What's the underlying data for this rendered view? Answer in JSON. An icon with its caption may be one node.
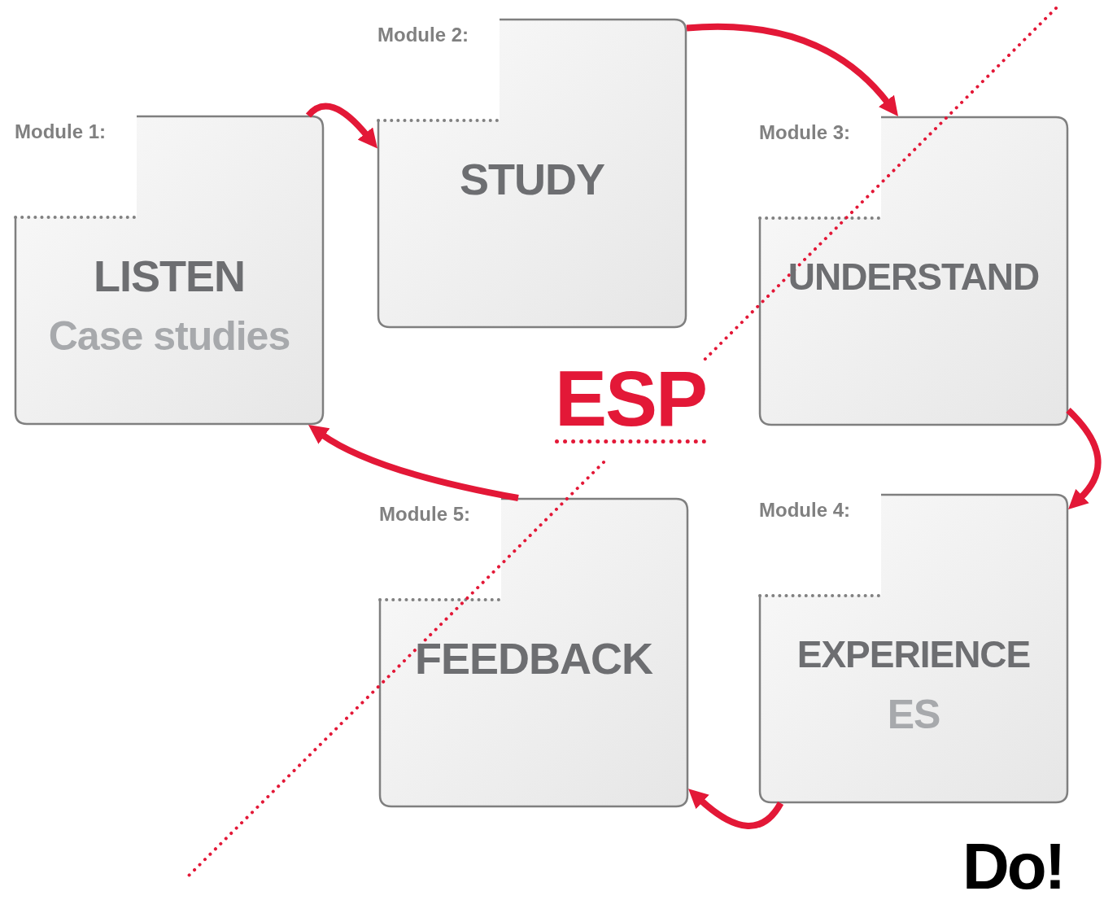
{
  "diagram": {
    "nodes": [
      {
        "text": [
          "Module 1:",
          "LISTEN",
          "Case studies"
        ]
      },
      {
        "text": [
          "Module 2:",
          "STUDY"
        ]
      },
      {
        "text": [
          "Module 3:",
          "UNDERSTAND"
        ]
      },
      {
        "text": [
          "Module 4:",
          "EXPERIENCE",
          "ES"
        ]
      },
      {
        "text": [
          "Module 5:",
          "FEEDBACK"
        ]
      }
    ],
    "edges": [
      {
        "from": 0,
        "to": 1,
        "arrow": "to"
      },
      {
        "from": 1,
        "to": 2,
        "arrow": "to"
      },
      {
        "from": 2,
        "to": 3,
        "arrow": "to"
      },
      {
        "from": 3,
        "to": 4,
        "arrow": "to"
      },
      {
        "from": 4,
        "to": 0,
        "arrow": "to"
      }
    ],
    "labels": [
      "ESP",
      "Do!"
    ]
  }
}
